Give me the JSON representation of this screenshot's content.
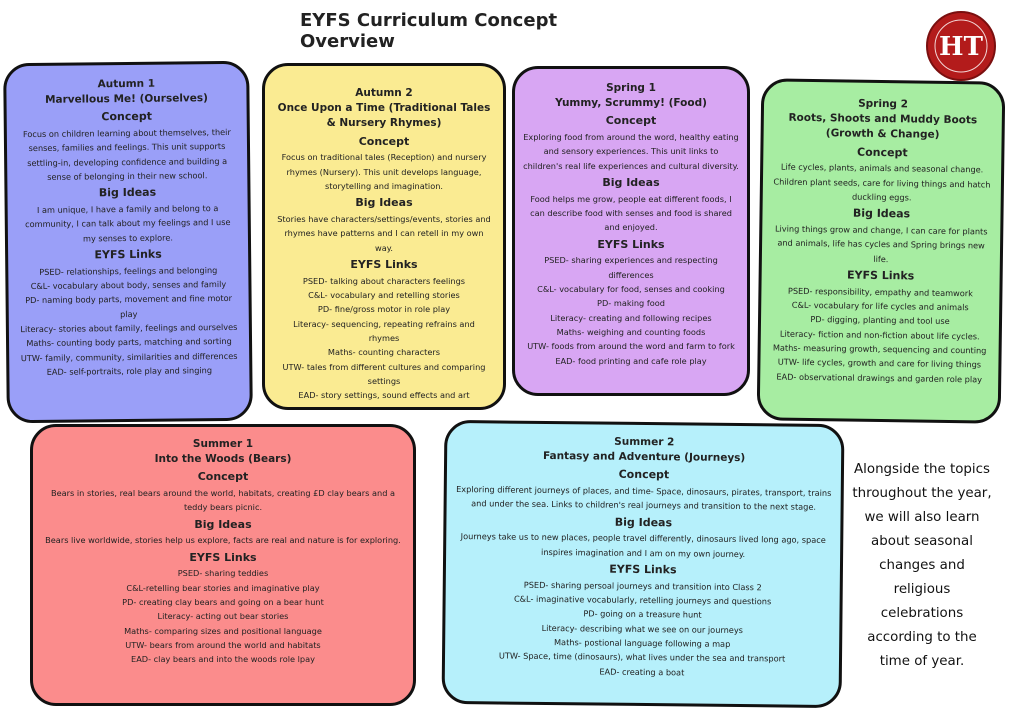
{
  "page": {
    "title": "EYFS Curriculum Concept Overview",
    "logo_text": "HT",
    "note": "Alongside the topics throughout the year, we will also learn about seasonal changes and religious celebrations according to the time of year."
  },
  "cards": [
    {
      "term": "Autumn 1",
      "topic": "Marvellous Me! (Ourselves)",
      "concept_heading": "Concept",
      "concept": "Focus on children learning about themselves, their senses, families and feelings. This unit supports settling-in, developing confidence and building a sense of belonging in their new school.",
      "bigideas_heading": "Big Ideas",
      "bigideas": "I am unique, I have a family and belong to a community, I can talk about my feelings and I use my senses to explore.",
      "links_heading": "EYFS Links",
      "links": [
        "PSED- relationships, feelings and belonging",
        "C&L- vocabulary about body, senses and family",
        "PD- naming body parts, movement and fine motor play",
        "Literacy- stories about family, feelings and ourselves",
        "Maths- counting body parts, matching and sorting",
        "UTW- family, community, similarities and differences",
        "EAD- self-portraits, role play and singing"
      ],
      "color": "#9a9ff8"
    },
    {
      "term": "Autumn 2",
      "topic": "Once Upon a Time (Traditional Tales & Nursery Rhymes)",
      "concept_heading": "Concept",
      "concept": "Focus on traditional tales (Reception) and nursery rhymes (Nursery). This unit develops language, storytelling and imagination.",
      "bigideas_heading": "Big Ideas",
      "bigideas": "Stories have characters/settings/events, stories and rhymes have patterns and I can retell in my own way.",
      "links_heading": "EYFS Links",
      "links": [
        "PSED- talking about characters feelings",
        "C&L- vocabulary and retelling stories",
        "PD- fine/gross motor in role play",
        "Literacy- sequencing, repeating refrains and rhymes",
        "Maths- counting characters",
        "UTW- tales from different cultures and comparing settings",
        "EAD- story settings, sound effects and art"
      ],
      "color": "#faeb92"
    },
    {
      "term": "Spring 1",
      "topic": "Yummy, Scrummy! (Food)",
      "concept_heading": "Concept",
      "concept": "Exploring food from around the word, healthy eating and sensory experiences. This unit links to children's real life experiences and cultural diversity.",
      "bigideas_heading": "Big Ideas",
      "bigideas": "Food helps me grow, people eat different foods, I can describe food with senses and food is shared and enjoyed.",
      "links_heading": "EYFS Links",
      "links": [
        "PSED- sharing experiences and respecting differences",
        "C&L- vocabulary for food, senses and cooking",
        "PD- making food",
        "Literacy- creating and following recipes",
        "Maths- weighing and counting foods",
        "UTW- foods from around the word and farm to fork",
        "EAD- food printing and cafe role play"
      ],
      "color": "#d8a6f3"
    },
    {
      "term": "Spring 2",
      "topic": "Roots, Shoots and Muddy Boots (Growth & Change)",
      "concept_heading": "Concept",
      "concept": "Life cycles, plants, animals and seasonal change. Children plant seeds, care for living things and hatch duckling eggs.",
      "bigideas_heading": "Big Ideas",
      "bigideas": "Living things grow and change, I can care for plants and animals, life has cycles and Spring brings new life.",
      "links_heading": "EYFS Links",
      "links": [
        "PSED- responsibility, empathy and teamwork",
        "C&L- vocabulary for life cycles and animals",
        "PD- digging, planting and tool use",
        "Literacy- fiction and non-fiction about life cycles.",
        "Maths- measuring growth, sequencing and counting",
        "UTW- life cycles, growth and care for living things",
        "EAD- observational drawings and garden role play"
      ],
      "color": "#a7eda2"
    },
    {
      "term": "Summer 1",
      "topic": "Into the Woods (Bears)",
      "concept_heading": "Concept",
      "concept": "Bears in stories, real bears around the world, habitats, creating £D clay bears and a teddy bears picnic.",
      "bigideas_heading": "Big Ideas",
      "bigideas": "Bears live worldwide, stories help us explore, facts are real and nature is for exploring.",
      "links_heading": "EYFS Links",
      "links": [
        "PSED- sharing teddies",
        "C&L-retelling bear stories and imaginative play",
        "PD- creating clay bears and going on a bear hunt",
        "Literacy- acting out bear stories",
        "Maths- comparing sizes and positional language",
        "UTW- bears from around the world and habitats",
        "EAD- clay bears and into the woods role lpay"
      ],
      "color": "#fb8c8c"
    },
    {
      "term": "Summer 2",
      "topic": "Fantasy and Adventure (Journeys)",
      "concept_heading": "Concept",
      "concept": "Exploring different journeys of places, and time- Space, dinosaurs, pirates, transport, trains and under the sea. Links to children's real journeys and transition to the next stage.",
      "bigideas_heading": "Big Ideas",
      "bigideas": "Journeys take us to new places, people travel differently, dinosaurs lived long ago, space inspires imagination and I am on my own journey.",
      "links_heading": "EYFS Links",
      "links": [
        "PSED- sharing persoal journeys and transition into Class 2",
        "C&L- imaginative vocabularly, retelling journeys and questions",
        "PD- going on a treasure hunt",
        "Literacy- describing what we see on our journeys",
        "Maths- postional language following a map",
        "UTW- Space, time (dinosaurs), what lives under the sea and transport",
        "EAD- creating a boat"
      ],
      "color": "#b6f0fb"
    }
  ]
}
